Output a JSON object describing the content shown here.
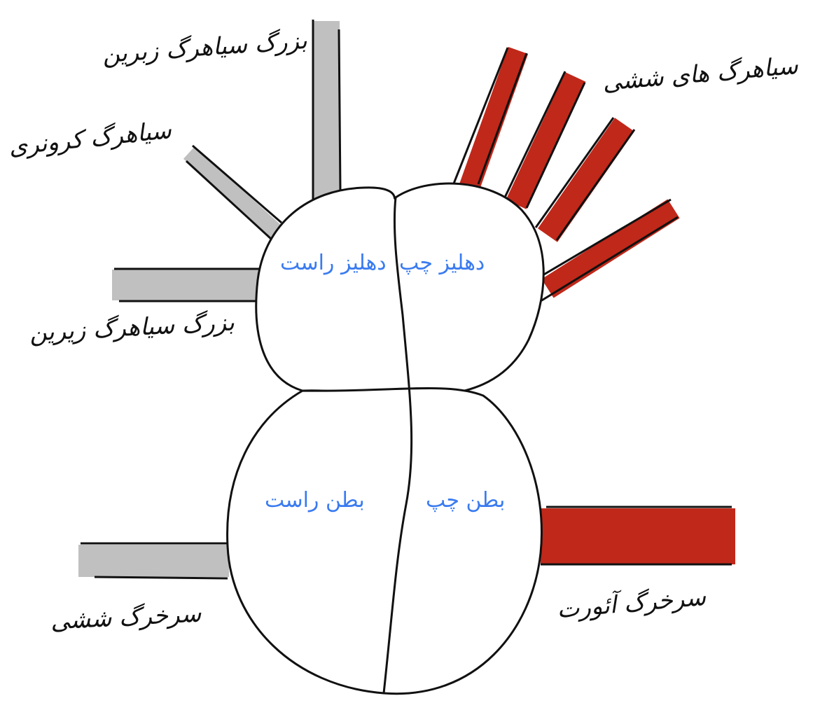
{
  "diagram": {
    "colors": {
      "deoxygenated_vessel": "#c0c0c0",
      "oxygenated_vessel": "#c0281a",
      "outline": "#111111",
      "chamber_text": "#3a7bf0",
      "background": "#ffffff"
    },
    "chambers": {
      "right_atrium": "دهلیز راست",
      "left_atrium": "دهلیز چپ",
      "right_ventricle": "بطن راست",
      "left_ventricle": "بطن چپ"
    },
    "vessels": {
      "superior_vena_cava": "بزرگ سیاهرگ زبرین",
      "coronary_vein": "سیاهرگ کرونری",
      "inferior_vena_cava": "بزرگ سیاهرگ زیرین",
      "pulmonary_artery": "سرخرگ ششی",
      "pulmonary_veins": "سیاهرگ های ششی",
      "aorta": "سرخرگ آئورت"
    }
  }
}
